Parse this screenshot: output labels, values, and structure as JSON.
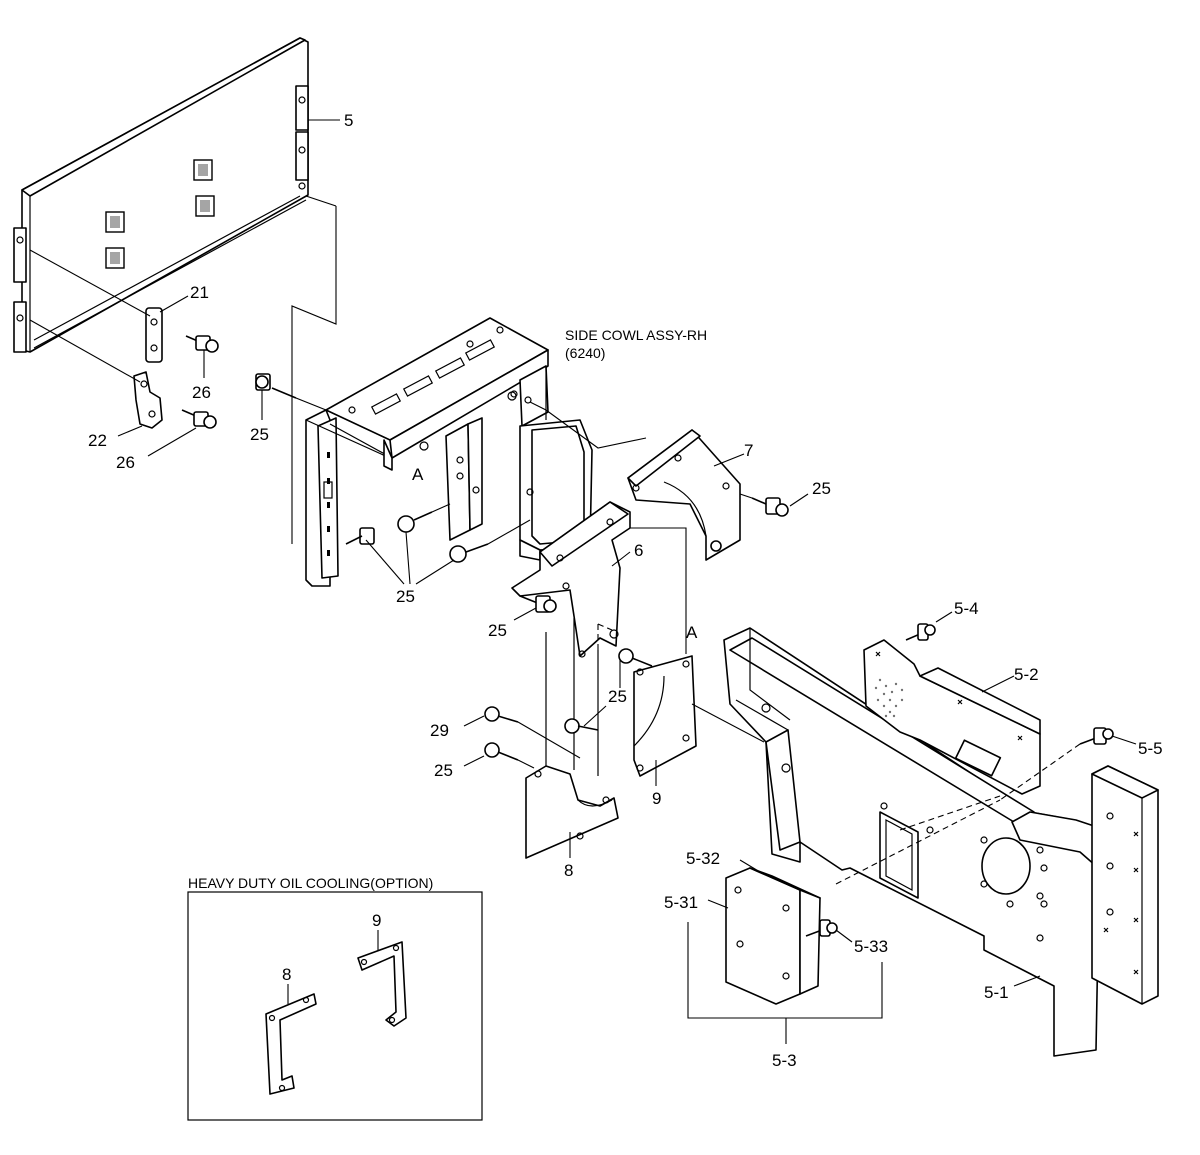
{
  "labels": {
    "l5": "5",
    "l21": "21",
    "l22": "22",
    "l26a": "26",
    "l26b": "26",
    "l25a": "25",
    "l25b": "25",
    "l25c": "25",
    "l25d": "25",
    "l25e": "25",
    "l25f": "25",
    "l6": "6",
    "l7": "7",
    "l8": "8",
    "l9": "9",
    "l29": "29",
    "lA1": "A",
    "lA2": "A",
    "l54": "5-4",
    "l52": "5-2",
    "l55": "5-5",
    "l51": "5-1",
    "l532": "5-32",
    "l531": "5-31",
    "l533": "5-33",
    "l53": "5-3",
    "box8": "8",
    "box9": "9"
  },
  "side_cowl": {
    "title": "SIDE COWL ASSY-RH",
    "ref": "(6240)"
  },
  "option_box": {
    "title": "HEAVY DUTY OIL COOLING(OPTION)"
  }
}
